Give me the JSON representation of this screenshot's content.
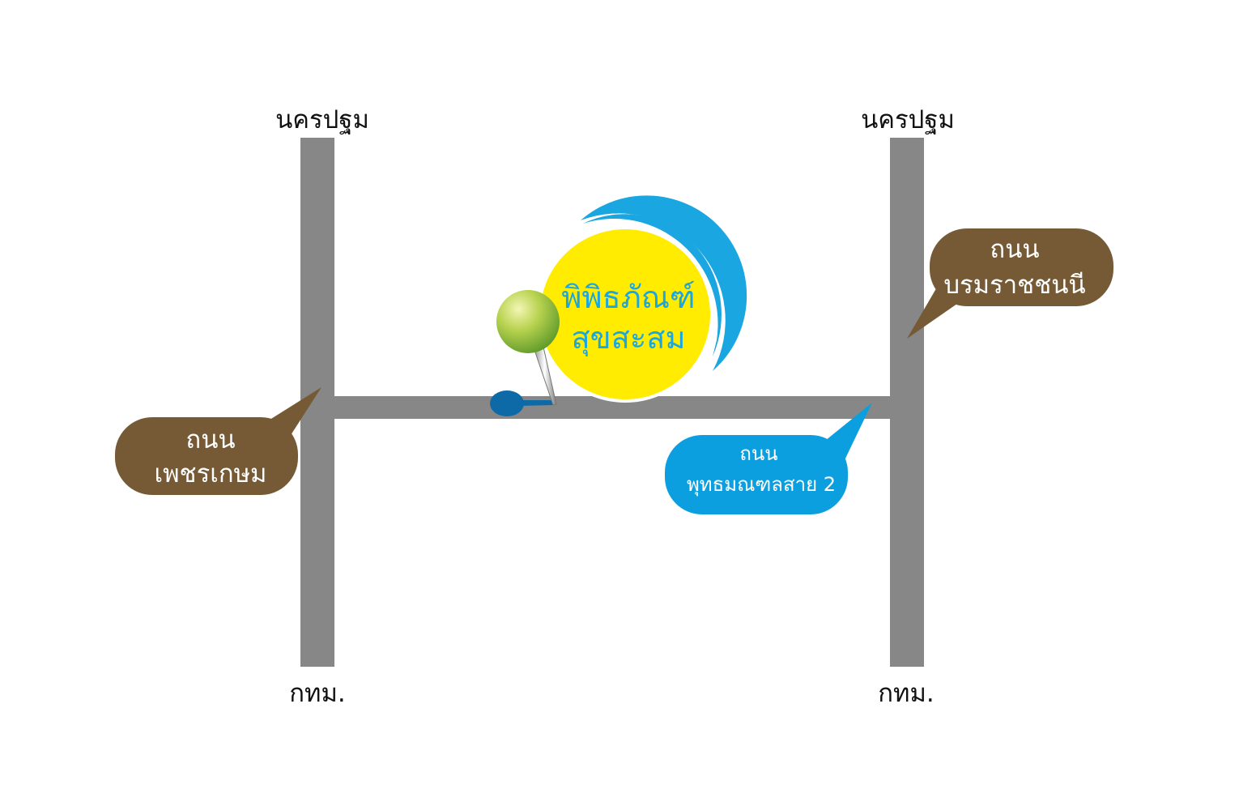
{
  "map": {
    "colors": {
      "road": "#878787",
      "brown_callout": "#765a35",
      "blue_callout": "#0c9fe0",
      "museum_circle": "#ffec00",
      "museum_arc": "#1aa6e0",
      "museum_text": "#1aa6e0",
      "pin_head": "#8fc041",
      "pin_base": "#0d6aa6"
    },
    "roads": {
      "left_top_label": "นครปฐม",
      "left_bottom_label": "กทม.",
      "right_top_label": "นครปฐม",
      "right_bottom_label": "กทม."
    },
    "callouts": {
      "phetkasem": {
        "line1": "ถนน",
        "line2": "เพชรเกษม"
      },
      "borommaratchachonnani": {
        "line1": "ถนน",
        "line2": "บรมราชชนนี"
      },
      "phutthamonthon": {
        "line1": "ถนน",
        "line2": "พุทธมณฑลสาย 2"
      }
    },
    "museum": {
      "line1": "พิพิธภัณฑ์",
      "line2": "สุขสะสม",
      "icon": "map-pin-icon"
    }
  }
}
